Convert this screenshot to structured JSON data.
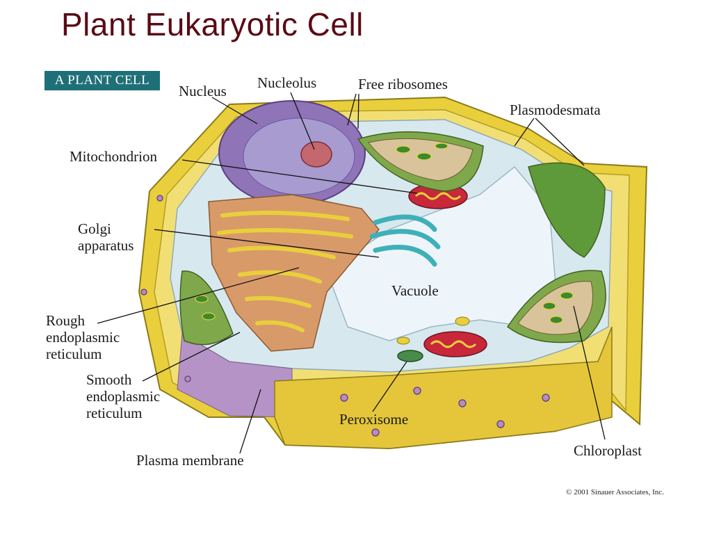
{
  "title": "Plant Eukaryotic Cell",
  "badge": "A PLANT CELL",
  "labels": {
    "nucleus": "Nucleus",
    "nucleolus": "Nucleolus",
    "free_ribosomes": "Free ribosomes",
    "plasmodesmata": "Plasmodesmata",
    "mitochondrion": "Mitochondrion",
    "golgi_1": "Golgi",
    "golgi_2": "apparatus",
    "vacuole": "Vacuole",
    "rough_er_1": "Rough",
    "rough_er_2": "endoplasmic",
    "rough_er_3": "reticulum",
    "smooth_er_1": "Smooth",
    "smooth_er_2": "endoplasmic",
    "smooth_er_3": "reticulum",
    "peroxisome": "Peroxisome",
    "chloroplast": "Chloroplast",
    "plasma_membrane": "Plasma membrane"
  },
  "credit": "© 2001 Sinauer Associates, Inc.",
  "colors": {
    "title": "#5a0a14",
    "badge_bg": "#1f6f78",
    "cell_wall": "#e9cf3c",
    "cytoplasm": "#d8e8ef",
    "vacuole": "#eef5fa",
    "nucleus": "#8f74b8",
    "chloroplast": "#7fa84a",
    "mitochondrion": "#c8283a",
    "golgi": "#3fb0b8",
    "rough_er": "#d99a6a"
  }
}
